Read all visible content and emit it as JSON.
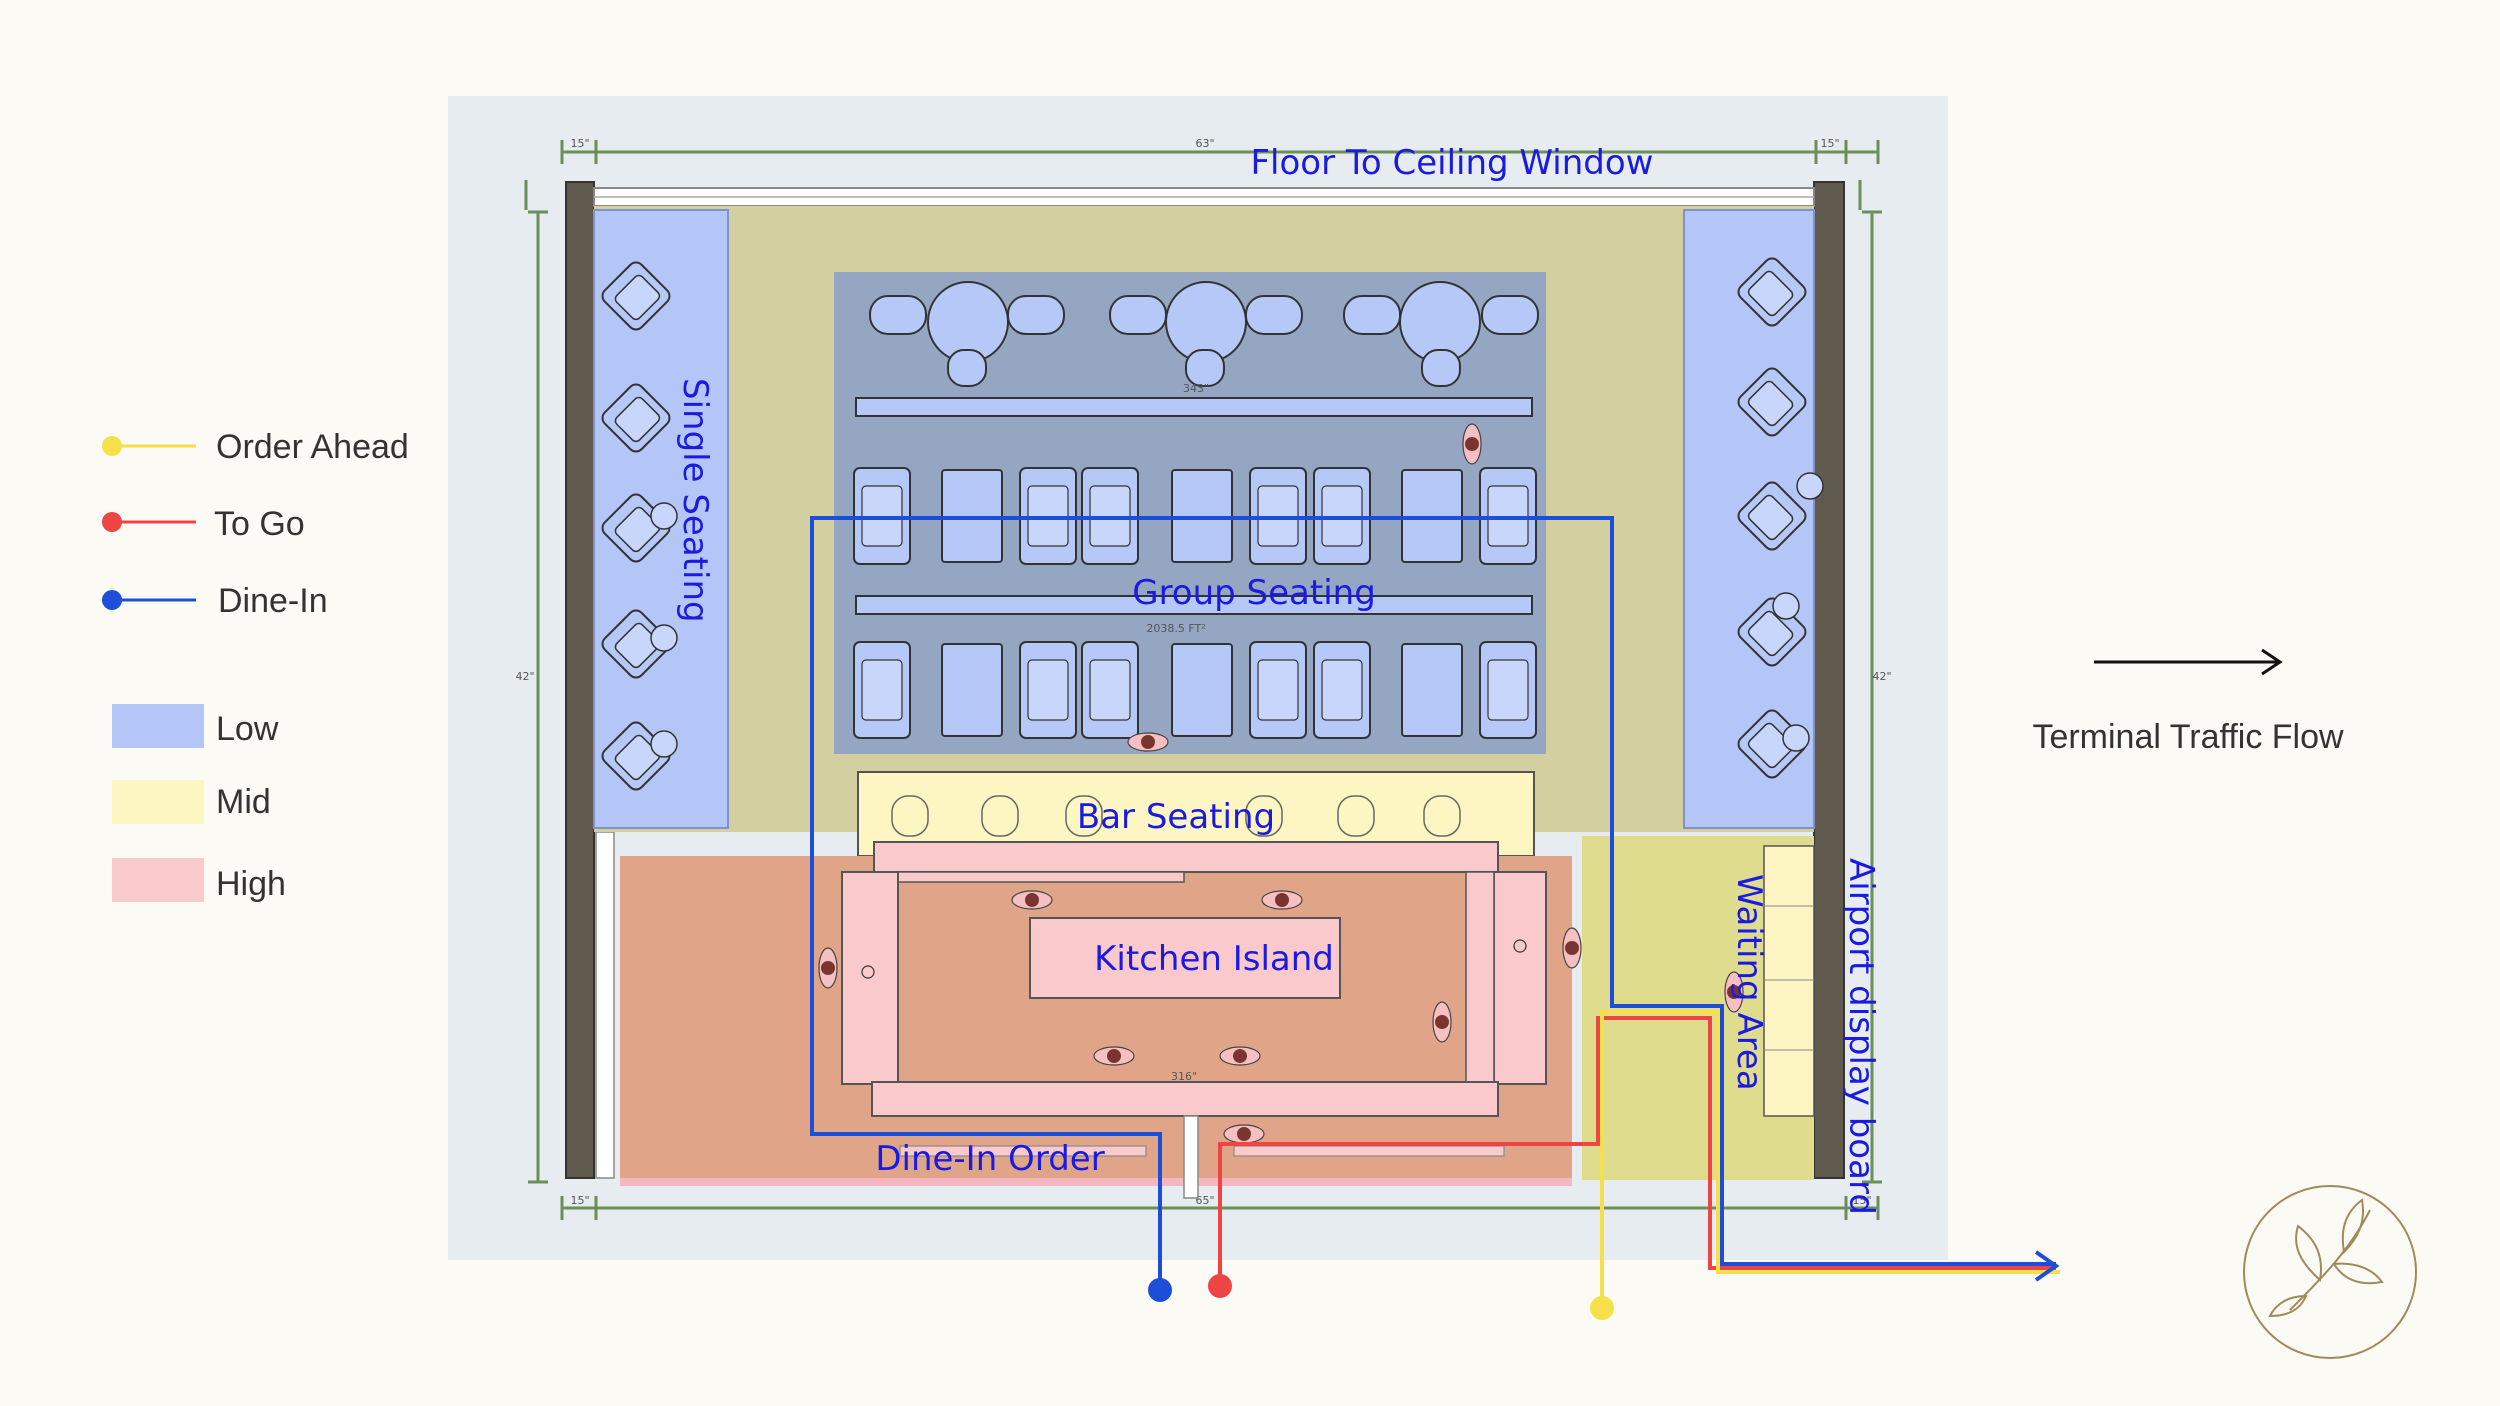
{
  "legend": {
    "routes": [
      {
        "label": "Order Ahead",
        "color": "#f5e04a"
      },
      {
        "label": "To Go",
        "color": "#ef4444"
      },
      {
        "label": "Dine-In",
        "color": "#1d4ed8"
      }
    ],
    "levels": [
      {
        "label": "Low",
        "color": "#b3c6f7"
      },
      {
        "label": "Mid",
        "color": "#fdf6c3"
      },
      {
        "label": "High",
        "color": "#f9c9cb"
      }
    ]
  },
  "plan": {
    "window_label": "Floor To Ceiling Window",
    "single_seating_label": "Single Seating",
    "group_seating_label": "Group Seating",
    "group_area": "2038.5 FT²",
    "bar_seating_label": "Bar Seating",
    "kitchen_label": "Kitchen Island",
    "dine_in_order_label": "Dine-In Order",
    "waiting_label": "Waiting Area",
    "display_label": "Airport display board",
    "dims": {
      "left_margin": "15\"",
      "top_span": "63\"",
      "right_margin": "15\"",
      "side_height": "42\"",
      "bench_width": "343\"",
      "counter_width": "316\"",
      "bottom_mid": "65\"",
      "corner": "15\""
    }
  },
  "traffic_flow_label": "Terminal Traffic Flow"
}
